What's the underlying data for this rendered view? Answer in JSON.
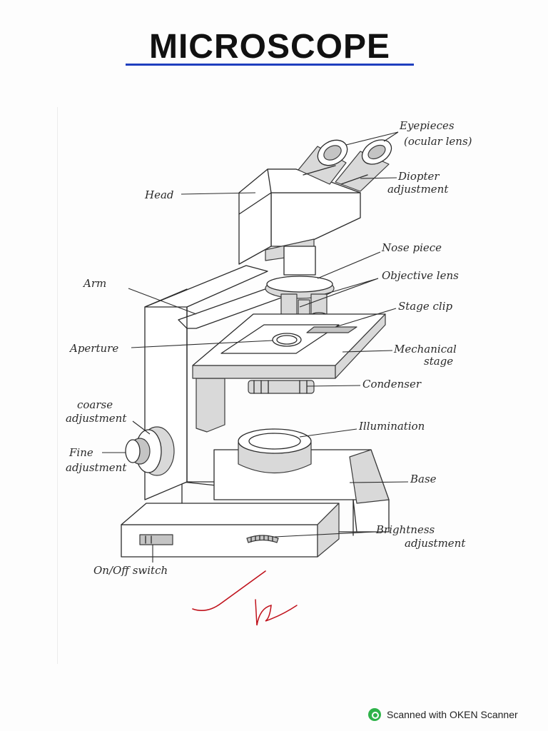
{
  "title": "MICROSCOPE",
  "labels": {
    "eyepieces": [
      "Eyepieces",
      "(ocular lens)"
    ],
    "diopter": [
      "Diopter",
      "adjustment"
    ],
    "head": [
      "Head"
    ],
    "nose_piece": [
      "Nose piece"
    ],
    "objective_lens": [
      "Objective lens"
    ],
    "stage_clip": [
      "Stage clip"
    ],
    "arm": [
      "Arm"
    ],
    "aperture": [
      "Aperture"
    ],
    "mechanical_stage": [
      "Mechanical",
      "stage"
    ],
    "condenser": [
      "Condenser"
    ],
    "coarse_adjustment": [
      "coarse",
      "adjustment"
    ],
    "fine_adjustment": [
      "Fine",
      "adjustment"
    ],
    "illumination": [
      "Illumination"
    ],
    "base": [
      "Base"
    ],
    "brightness_adjustment": [
      "Brightness",
      "adjustment"
    ],
    "on_off_switch": [
      "On/Off switch"
    ]
  },
  "footer": {
    "text": "Scanned with OKEN Scanner",
    "icon": "scanner-logo-icon",
    "icon_color": "#2fb34a"
  },
  "colors": {
    "title_underline": "#1f3fbf",
    "signature": "#c0121c",
    "ink": "#2b2b2b"
  }
}
